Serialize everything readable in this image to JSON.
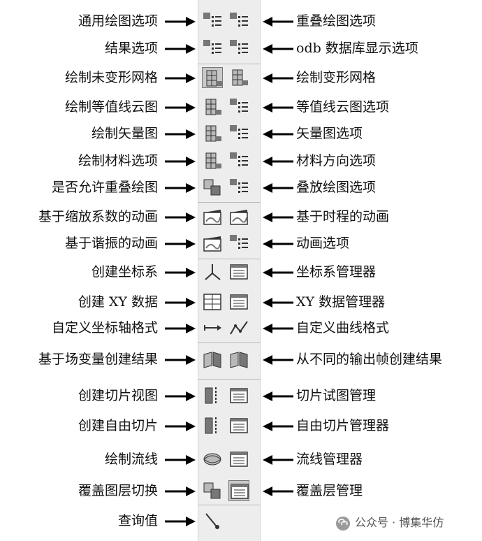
{
  "rows": [
    {
      "left": "通用绘图选项",
      "right": "重叠绘图选项",
      "icons": [
        "common-plot-options-icon",
        "overlay-plot-options-icon"
      ]
    },
    {
      "left": "结果选项",
      "right": "odb 数据库显示选项",
      "icons": [
        "result-options-icon",
        "odb-display-options-icon"
      ]
    },
    {
      "left": "绘制未变形网格",
      "right": "绘制变形网格",
      "icons": [
        "undeformed-mesh-icon",
        "deformed-mesh-icon"
      ]
    },
    {
      "left": "绘制等值线云图",
      "right": "等值线云图选项",
      "icons": [
        "contour-plot-icon",
        "contour-options-icon"
      ]
    },
    {
      "left": "绘制矢量图",
      "right": "矢量图选项",
      "icons": [
        "vector-plot-icon",
        "vector-options-icon"
      ]
    },
    {
      "left": "绘制材料选项",
      "right": "材料方向选项",
      "icons": [
        "material-orientation-plot-icon",
        "material-orientation-options-icon"
      ]
    },
    {
      "left": "是否允许重叠绘图",
      "right": "叠放绘图选项",
      "icons": [
        "allow-overlay-plot-icon",
        "overlay-options-icon"
      ]
    },
    {
      "left": "基于缩放系数的动画",
      "right": "基于时程的动画",
      "icons": [
        "scale-factor-animation-icon",
        "time-history-animation-icon"
      ]
    },
    {
      "left": "基于谐振的动画",
      "right": "动画选项",
      "icons": [
        "harmonic-animation-icon",
        "animation-options-icon"
      ]
    },
    {
      "left": "创建坐标系",
      "right": "坐标系管理器",
      "icons": [
        "create-csys-icon",
        "csys-manager-icon"
      ]
    },
    {
      "left": "创建 XY 数据",
      "right": "XY 数据管理器",
      "icons": [
        "create-xy-data-icon",
        "xy-data-manager-icon"
      ]
    },
    {
      "left": "自定义坐标轴格式",
      "right": "自定义曲线格式",
      "icons": [
        "axis-format-icon",
        "curve-format-icon"
      ]
    },
    {
      "left": "基于场变量创建结果",
      "right": "从不同的输出帧创建结果",
      "icons": [
        "field-variable-result-icon",
        "frame-result-icon"
      ]
    },
    {
      "left": "创建切片视图",
      "right": "切片试图管理",
      "icons": [
        "create-cut-view-icon",
        "cut-view-manager-icon"
      ]
    },
    {
      "left": "创建自由切片",
      "right": "自由切片管理器",
      "icons": [
        "create-free-cut-icon",
        "free-cut-manager-icon"
      ]
    },
    {
      "left": "绘制流线",
      "right": "流线管理器",
      "icons": [
        "plot-stream-icon",
        "stream-manager-icon"
      ]
    },
    {
      "left": "覆盖图层切换",
      "right": "覆盖层管理",
      "icons": [
        "overlay-layer-toggle-icon",
        "overlay-layer-manager-icon"
      ]
    },
    {
      "left": "查询值",
      "right": "",
      "icons": [
        "query-value-icon"
      ]
    }
  ],
  "watermark": "公众号 · 博集华仿"
}
